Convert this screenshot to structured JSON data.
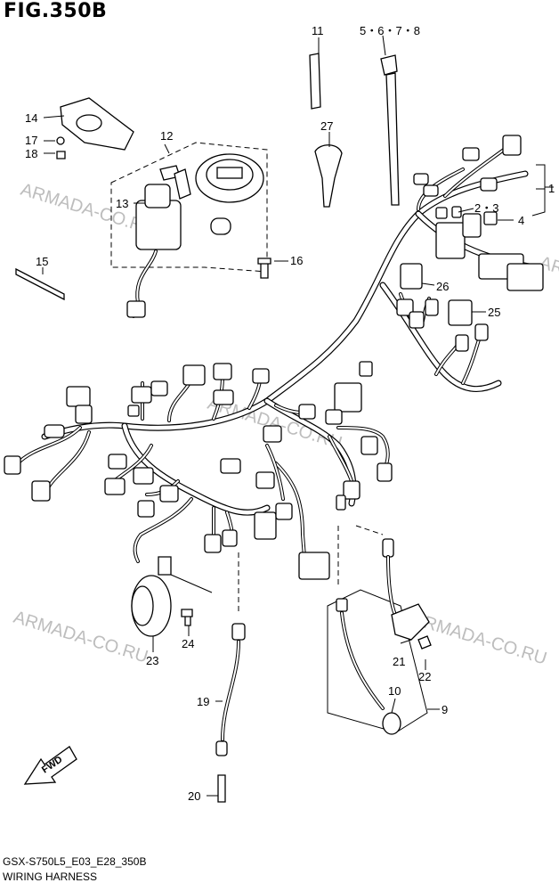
{
  "figure": {
    "title": "FIG.350B",
    "code": "GSX-S750L5_E03_E28_350B",
    "name": "WIRING HARNESS"
  },
  "watermark": "ARMADA-CO.RU",
  "fwd_label": "FWD",
  "callouts": {
    "c1": "1",
    "c2_3": "2・3",
    "c4": "4",
    "c5_8": "5・6・7・8",
    "c9": "9",
    "c10": "10",
    "c11": "11",
    "c12": "12",
    "c13": "13",
    "c14": "14",
    "c15": "15",
    "c16": "16",
    "c17": "17",
    "c18": "18",
    "c19": "19",
    "c20": "20",
    "c21": "21",
    "c22": "22",
    "c23": "23",
    "c24": "24",
    "c25": "25",
    "c26": "26",
    "c27": "27"
  }
}
